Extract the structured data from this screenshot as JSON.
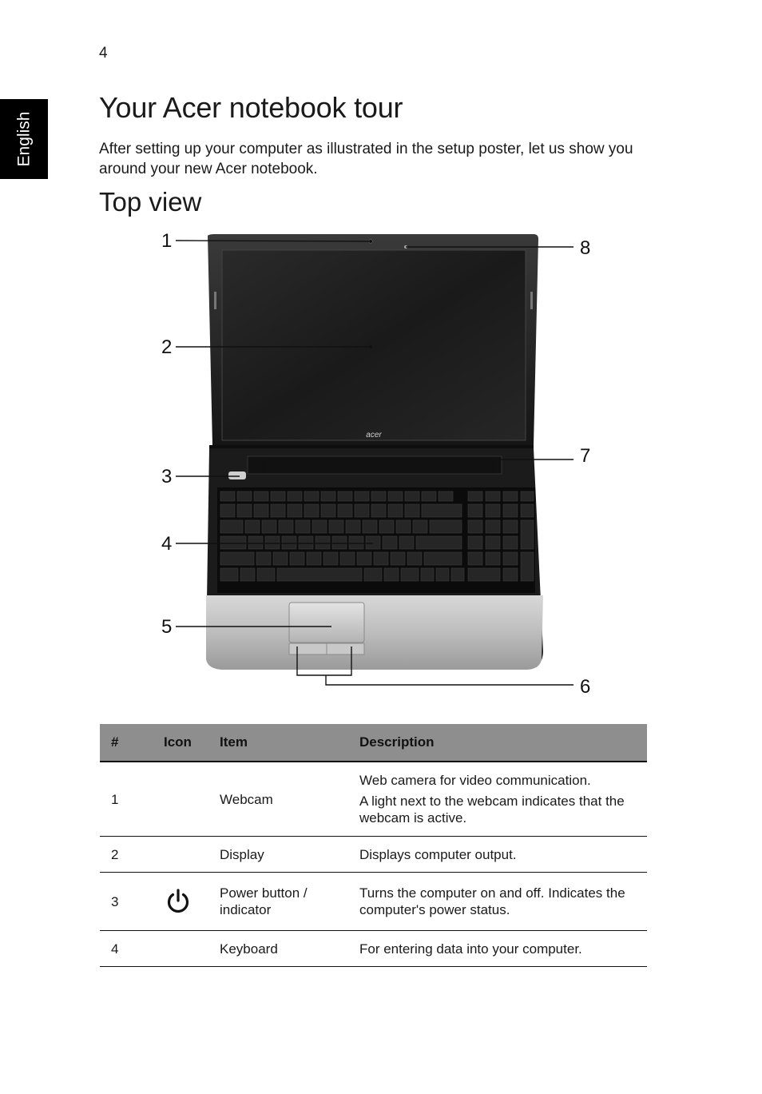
{
  "page": {
    "number": "4",
    "language_tab": "English"
  },
  "header": {
    "title": "Your Acer notebook tour",
    "intro": "After setting up your computer as illustrated in the setup poster, let us show you around your new Acer notebook."
  },
  "section": {
    "title": "Top view"
  },
  "figure": {
    "brand_logo": "acer",
    "callouts": [
      "1",
      "2",
      "3",
      "4",
      "5",
      "6",
      "7",
      "8"
    ]
  },
  "table": {
    "headers": {
      "num": "#",
      "icon": "Icon",
      "item": "Item",
      "description": "Description"
    },
    "rows": [
      {
        "num": "1",
        "icon": "",
        "item": "Webcam",
        "description": [
          "Web camera for video communication.",
          "A light next to the webcam indicates that the webcam is active."
        ]
      },
      {
        "num": "2",
        "icon": "",
        "item": "Display",
        "description": [
          "Displays computer output."
        ]
      },
      {
        "num": "3",
        "icon": "power-icon",
        "item": "Power button / indicator",
        "description": [
          "Turns the computer on and off. Indicates the computer's power status."
        ]
      },
      {
        "num": "4",
        "icon": "",
        "item": "Keyboard",
        "description": [
          "For entering data into your computer."
        ]
      }
    ]
  }
}
